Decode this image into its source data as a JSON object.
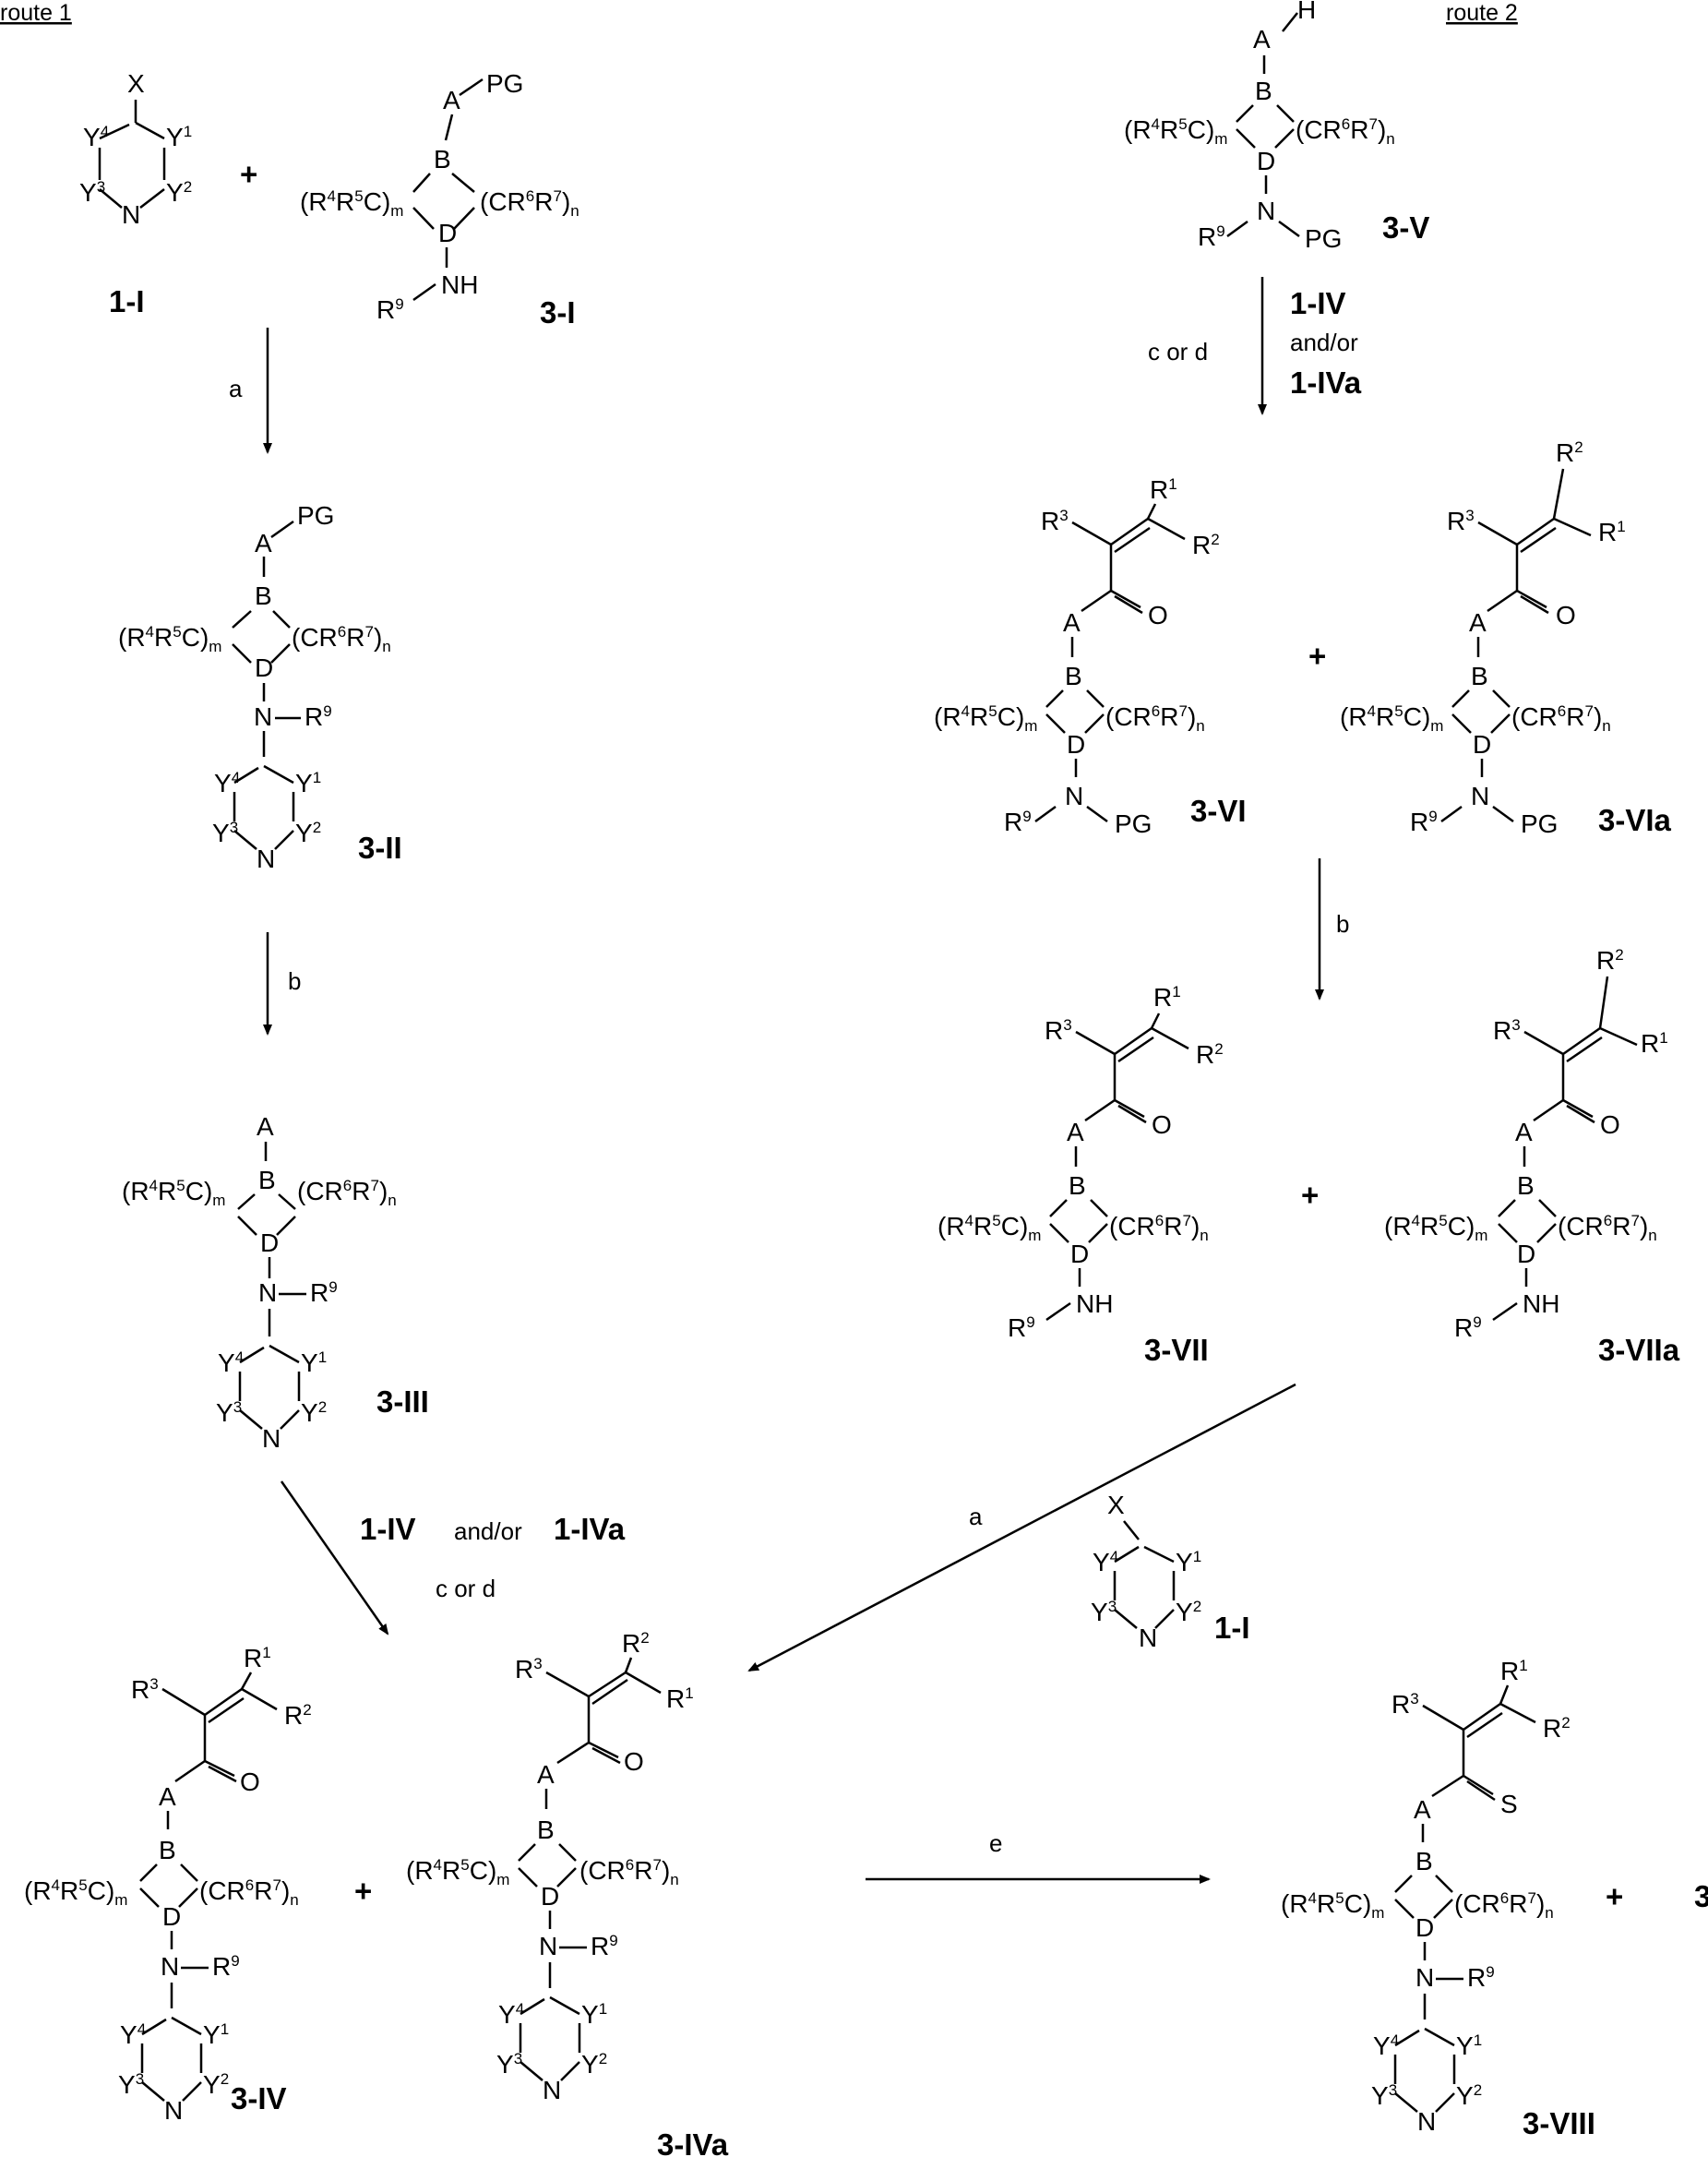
{
  "routes": {
    "route1": "route 1",
    "route2": "route 2"
  },
  "conditions": {
    "a": "a",
    "b": "b",
    "c_or_d": "c or d",
    "e": "e",
    "and_or": "and/or",
    "plus": "+"
  },
  "compounds": {
    "c1I": "1-I",
    "c3I": "3-I",
    "c3II": "3-II",
    "c3III": "3-III",
    "c3IV": "3-IV",
    "c3IVa": "3-IVa",
    "c3V": "3-V",
    "c3VI": "3-VI",
    "c3VIa": "3-VIa",
    "c3VII": "3-VII",
    "c3VIIa": "3-VIIa",
    "c3VIII": "3-VIII",
    "c1IV": "1-IV",
    "c1IVa": "1-IVa"
  },
  "atoms": {
    "A": "A",
    "B": "B",
    "D": "D",
    "N": "N",
    "NH": "NH",
    "X": "X",
    "H": "H",
    "PG": "PG",
    "O": "O",
    "S": "S",
    "R1": "R",
    "R2": "R",
    "R3": "R",
    "R9": "R",
    "s1": "1",
    "s2": "2",
    "s3": "3",
    "s4": "4",
    "s9": "9",
    "Y": "Y",
    "leftGroup": "(R4R5C)m",
    "rightGroup": "(CR6R7)n"
  },
  "ring_groups": {
    "left": [
      "(R",
      "4",
      "R",
      "5",
      "C)",
      "m"
    ],
    "right": [
      "(CR",
      "6",
      "R",
      "7",
      ")",
      "n"
    ]
  },
  "cutoff_text": "3"
}
